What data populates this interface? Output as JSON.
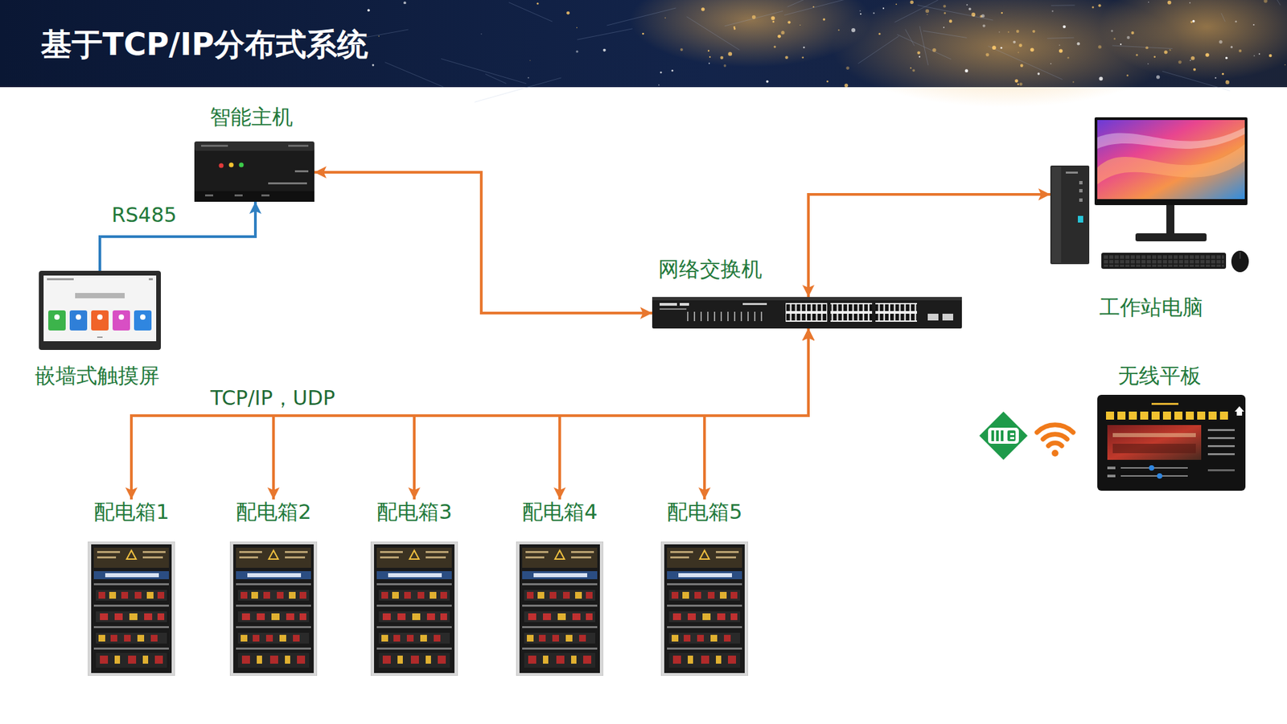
{
  "diagram": {
    "title": "基于TCP/IP分布式系统",
    "nodes": [
      {
        "text": [
          "智能主机"
        ]
      },
      {
        "text": [
          "嵌墙式触摸屏"
        ]
      },
      {
        "text": [
          "网络交换机"
        ]
      },
      {
        "text": [
          "工作站电脑"
        ]
      },
      {
        "text": [
          "无线平板"
        ]
      },
      {
        "text": [
          "配电箱1"
        ]
      },
      {
        "text": [
          "配电箱2"
        ]
      },
      {
        "text": [
          "配电箱3"
        ]
      },
      {
        "text": [
          "配电箱4"
        ]
      },
      {
        "text": [
          "配电箱5"
        ]
      }
    ],
    "edges": [
      {
        "from": 1,
        "to": 0,
        "arrow": "to",
        "label": "RS485"
      },
      {
        "from": 0,
        "to": 2,
        "arrow": "both"
      },
      {
        "from": 2,
        "to": 3,
        "arrow": "both"
      },
      {
        "from": 2,
        "to": 5,
        "arrow": "both",
        "label": "TCP/IP，UDP"
      },
      {
        "from": 2,
        "to": 6,
        "arrow": "both"
      },
      {
        "from": 2,
        "to": 7,
        "arrow": "both"
      },
      {
        "from": 2,
        "to": 8,
        "arrow": "both"
      },
      {
        "from": 2,
        "to": 9,
        "arrow": "both"
      }
    ]
  }
}
